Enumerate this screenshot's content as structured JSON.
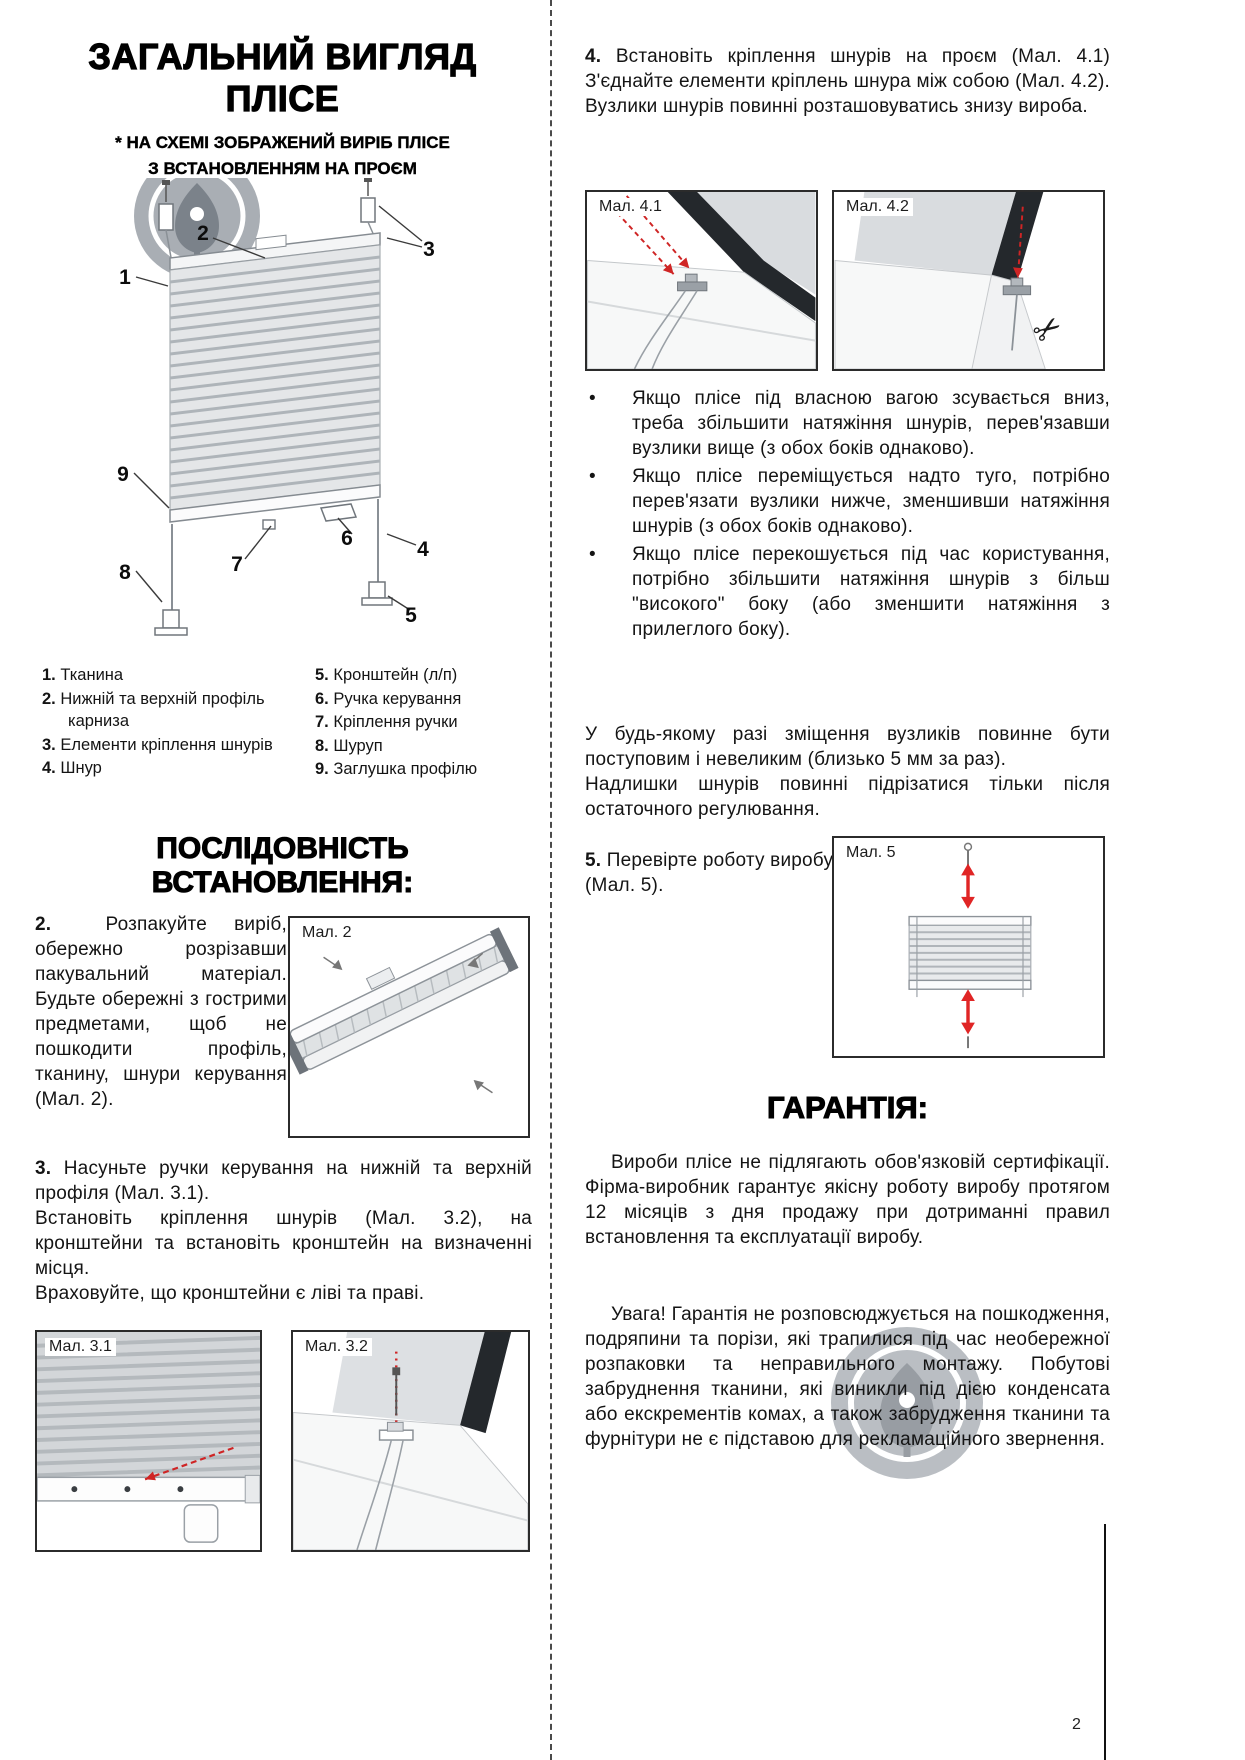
{
  "page": {
    "number": "2"
  },
  "colors": {
    "accent_red": "#cf2525",
    "heading": "#000000",
    "watermark_grey": "#a9aeb4"
  },
  "icons": {
    "scissors": "✂"
  },
  "diagram": {
    "callouts": [
      "1",
      "2",
      "3",
      "4",
      "5",
      "6",
      "7",
      "8",
      "9"
    ]
  },
  "left": {
    "title_line1": "ЗАГАЛЬНИЙ ВИГЛЯД",
    "title_line2": "ПЛІСЕ",
    "subtitle_line1": "* НА СХЕМІ ЗОБРАЖЕНИЙ ВИРІБ ПЛІСЕ",
    "subtitle_line2": "З ВСТАНОВЛЕННЯМ НА ПРОЄМ",
    "legend_col1": [
      {
        "num": "1.",
        "text": "Тканина"
      },
      {
        "num": "2.",
        "text": "Нижній та верхній профіль карниза"
      },
      {
        "num": "3.",
        "text": "Елементи кріплення шнурів"
      },
      {
        "num": "4.",
        "text": "Шнур"
      }
    ],
    "legend_col2": [
      {
        "num": "5.",
        "text": "Кронштейн (л/п)"
      },
      {
        "num": "6.",
        "text": "Ручка керування"
      },
      {
        "num": "7.",
        "text": "Кріплення ручки"
      },
      {
        "num": "8.",
        "text": "Шуруп"
      },
      {
        "num": "9.",
        "text": "Заглушка профілю"
      }
    ],
    "sequence_heading": "ПОСЛІДОВНІСТЬ ВСТАНОВЛЕННЯ:",
    "step2_num": "2.",
    "step2_text": "Розпакуйте виріб, обережно розрізавши пакувальний матеріал. Будьте обережні з гострими предметами, щоб не пошкодити профіль, тканину, шнури керування (Мал. 2).",
    "fig2_label": "Мал. 2",
    "step3_num": "3.",
    "step3_p1": "Насуньте ручки керування на нижній та верхній профіля (Мал. 3.1).",
    "step3_p2": "Встановіть кріплення шнурів (Мал. 3.2), на кронштейни та встановіть кронштейн на визначенні місця.",
    "step3_p3": "Враховуйте, що кронштейни є ліві та праві.",
    "fig31_label": "Мал. 3.1",
    "fig32_label": "Мал. 3.2"
  },
  "right": {
    "step4_num": "4.",
    "step4_text": "Встановіть кріплення шнурів на проєм (Мал. 4.1) З'єднайте елементи кріплень шнура між собою (Мал. 4.2). Вузлики шнурів повинні розташовуватись знизу вироба.",
    "fig41_label": "Мал. 4.1",
    "fig42_label": "Мал. 4.2",
    "bullet_char": "•",
    "bullets": [
      "Якщо плісе під власною вагою зсувається вниз, треба збільшити натяжіння шнурів, перев'язавши вузлики вище (з обох боків однаково).",
      "Якщо плісе переміщується надто туго, потрібно перев'язати вузлики нижче, зменшивши натяжіння шнурів (з обох боків однаково).",
      "Якщо плісе перекошується під час користування, потрібно збільшити натяжіння шнурів з більш \"високого\" боку (або зменшити натяжіння з прилеглого боку)."
    ],
    "note1": "У будь-якому разі зміщення вузликів повинне бути поступовим і невеликим (близько 5 мм за раз).",
    "note2": "Надлишки шнурів повинні підрізатися тільки після остаточного регулювання.",
    "step5_num": "5.",
    "step5_text": "Перевірте роботу виробу (Мал. 5).",
    "fig5_label": "Мал. 5",
    "warranty_heading": "ГАРАНТІЯ:",
    "warranty_p1": "Вироби плісе не підлягають обов'язковій сертифікації. Фірма-виробник гарантує якісну роботу виробу протягом 12 місяців з дня продажу при дотриманні правил встановлення та експлуатації виробу.",
    "warranty_p2": "Увага! Гарантія не розповсюджується на пошкодження, подряпини та порізи, які трапилися під час необережної розпаковки та неправильного монтажу. Побутові забруднення тканини, які виникли під дією конденсата або екскрементів комах, а також забрудження тканини та фурнітури не є підставою для рекламаційного звернення."
  }
}
